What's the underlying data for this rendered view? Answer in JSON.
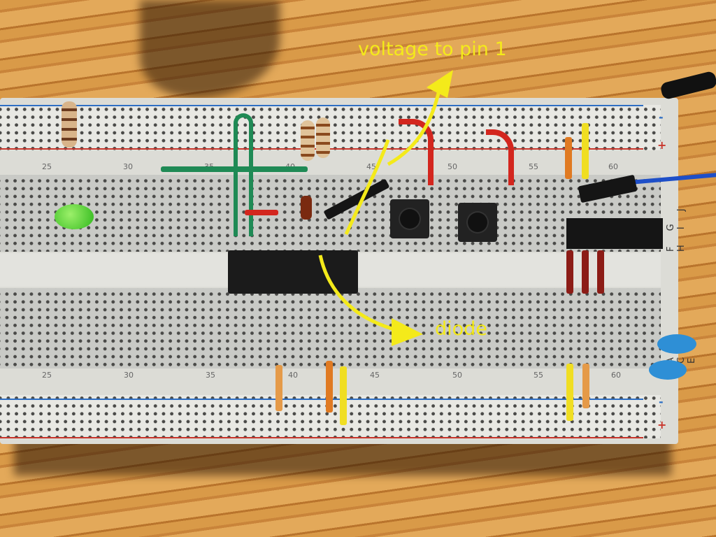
{
  "annotations": {
    "voltage_label": "voltage to pin 1",
    "diode_label": "diode",
    "color": "#f4ea1a"
  },
  "breadboard": {
    "top_column_numbers": [
      "25",
      "30",
      "35",
      "40",
      "45",
      "50",
      "55",
      "60"
    ],
    "bottom_column_numbers": [
      "25",
      "30",
      "35",
      "40",
      "45",
      "50",
      "55",
      "60"
    ],
    "top_row_letters": "F G H I J",
    "bottom_row_letters": "A B C D E",
    "rail_signs": {
      "minus": "-",
      "plus": "+"
    }
  }
}
